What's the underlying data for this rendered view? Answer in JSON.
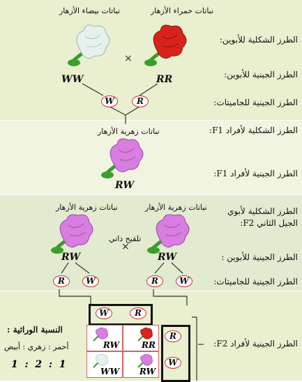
{
  "parents": {
    "white_caption": "نباتات بيضاء الأزهار",
    "red_caption": "نباتات حمراء الأزهار",
    "white_genotype": "WW",
    "red_genotype": "RR",
    "cross_symbol": "×"
  },
  "labels": {
    "parents_phenotype": "الطرز الشكلية للأبوين:",
    "parents_genotype": "الطرز الجينية للأبوين:",
    "gametes_genotype": "الطرز الجينية للجاميتات:",
    "f1_phenotype": "الطرز الشكلية لأفراد F1:",
    "f1_genotype": "الطرز الجينية لأفراد F1:",
    "f2_parents_phenotype_line1": "الطرز الشكلية لأبوي",
    "f2_parents_phenotype_line2": "الجيل الثاني F2:",
    "f2_parents_genotype": "الطرز الجينية للأبوين :",
    "f2_gametes_genotype": "الطرز الجينية للجاميتات:",
    "f2_genotype": "الطرز الجينية لأفراد F2:"
  },
  "gametes_p": [
    "W",
    "R"
  ],
  "f1": {
    "caption": "نباتات زهرية الأزهار",
    "genotype": "RW"
  },
  "f2_parents": {
    "left_caption": "نباتات زهرية الأزهار",
    "right_caption": "نباتات زهرية الأزهار",
    "left_genotype": "RW",
    "right_genotype": "RW",
    "self_pollination": "تلقيح ذاتي",
    "cross_symbol": "×",
    "gametes_left": [
      "R",
      "W"
    ],
    "gametes_right": [
      "R",
      "W"
    ]
  },
  "punnett": {
    "top_gametes": [
      "W",
      "R"
    ],
    "side_gametes": [
      "R",
      "W"
    ],
    "cells": [
      {
        "genotype": "RW",
        "color": "pink"
      },
      {
        "genotype": "RR",
        "color": "red"
      },
      {
        "genotype": "WW",
        "color": "white"
      },
      {
        "genotype": "RW",
        "color": "pink"
      }
    ]
  },
  "ratio": {
    "title": "النسبة الوراثية :",
    "colors_line": "أحمر : زهري : أبيض",
    "values_line": "1  :  2  :  1"
  },
  "colors": {
    "red": "#d8231b",
    "pink": "#d77ee0",
    "white": "#e6f1ee",
    "gamete_border": "#cc3333"
  }
}
